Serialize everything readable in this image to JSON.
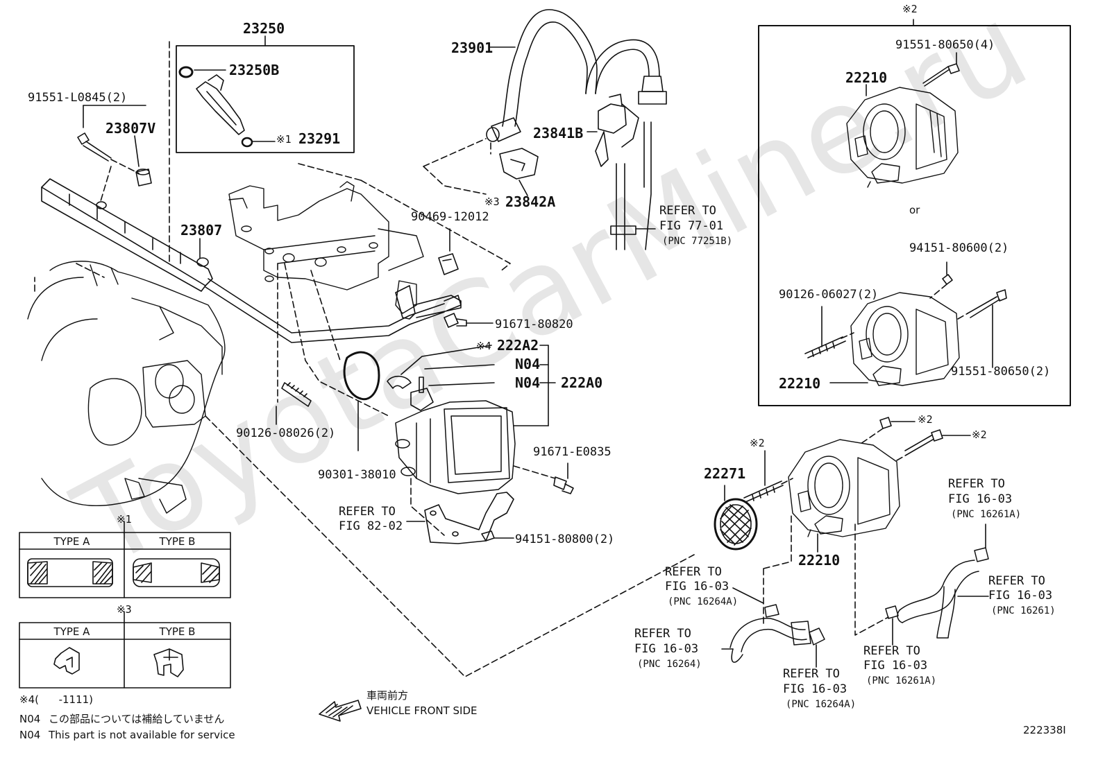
{
  "watermark": "ToyotaCarMine.ru",
  "figure_id": "222338I",
  "labels": {
    "p23250": "23250",
    "p23250B": "23250B",
    "p23291_mark": "※1",
    "p23291": "23291",
    "p91551L": "91551-L0845(2)",
    "p23807V": "23807V",
    "p23807": "23807",
    "p23901": "23901",
    "p23841B": "23841B",
    "p23842A_mark": "※3",
    "p23842A": "23842A",
    "p90469": "90469-12012",
    "p91671_80820": "91671-80820",
    "p222A2_mark": "※4",
    "p222A2": "222A2",
    "n04a": "N04",
    "n04b": "N04",
    "p222A0": "222A0",
    "p90126_08026": "90126-08026(2)",
    "p90301": "90301-38010",
    "p91671_E0835": "91671-E0835",
    "refer_82_a": "REFER TO",
    "refer_82_b": "FIG 82-02",
    "p94151_80800": "94151-80800(2)",
    "refer_77_a": "REFER TO",
    "refer_77_b": "FIG 77-01",
    "refer_77_c": "(PNC 77251B)",
    "box_mark": "※2",
    "box_91551_80650_4": "91551-80650(4)",
    "box_22210_a": "22210",
    "box_or": "or",
    "box_94151_80600": "94151-80600(2)",
    "box_90126_06027": "90126-06027(2)",
    "box_22210_b": "22210",
    "box_91551_80650_2": "91551-80650(2)",
    "mark2_a": "※2",
    "mark2_b": "※2",
    "mark2_c": "※2",
    "p22271": "22271",
    "p22210": "22210",
    "refer_16261A_a": "REFER TO",
    "refer_16261A_b": "FIG 16-03",
    "refer_16261A_c": "(PNC 16261A)",
    "refer_16264A_a": "REFER TO",
    "refer_16264A_b": "FIG 16-03",
    "refer_16264A_c": "(PNC 16264A)",
    "refer_16261_a": "REFER TO",
    "refer_16261_b": "FIG 16-03",
    "refer_16261_c": "(PNC 16261)",
    "refer_16264_a": "REFER TO",
    "refer_16264_b": "FIG 16-03",
    "refer_16264_c": "(PNC 16264)",
    "refer_16261A2_a": "REFER TO",
    "refer_16261A2_b": "FIG 16-03",
    "refer_16261A2_c": "(PNC 16261A)",
    "refer_16264A2_a": "REFER TO",
    "refer_16264A2_b": "FIG 16-03",
    "refer_16264A2_c": "(PNC 16264A)"
  },
  "legend": {
    "mark1": "※1",
    "mark3": "※3",
    "type_a": "TYPE A",
    "type_b": "TYPE B",
    "mark4_note": "※4(      -1111)",
    "n04_jp_code": "N04",
    "n04_jp_text": "この部品については補給していません",
    "n04_en_code": "N04",
    "n04_en_text": "This part is not available for service"
  },
  "direction": {
    "jp": "車両前方",
    "en": "VEHICLE FRONT SIDE"
  }
}
